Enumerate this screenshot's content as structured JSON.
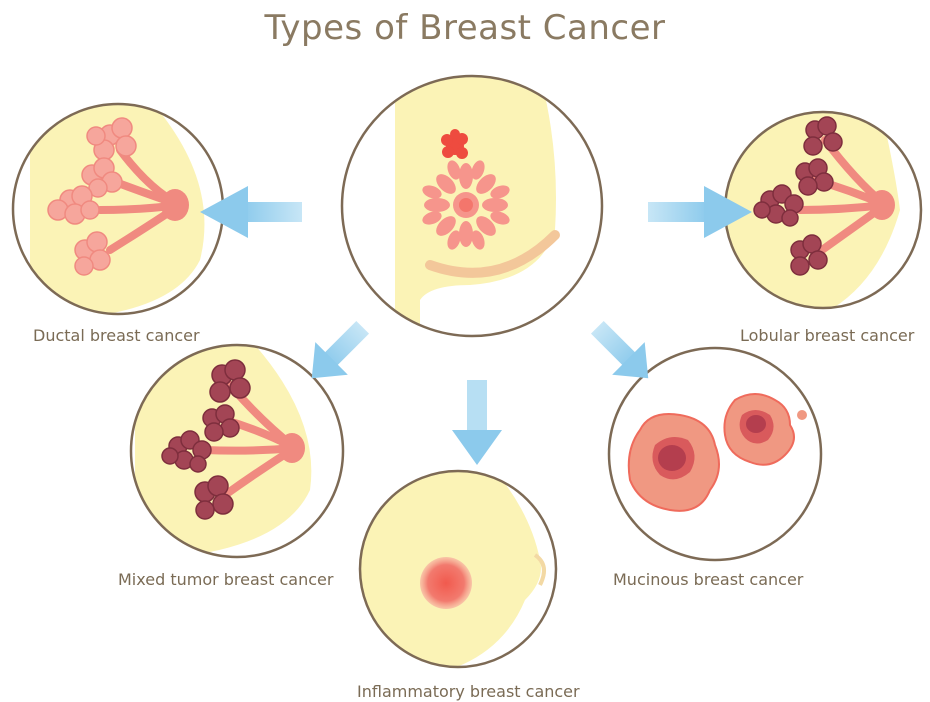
{
  "title": "Types of Breast Cancer",
  "labels": {
    "ductal": "Ductal breast cancer",
    "lobular": "Lobular breast cancer",
    "mixed": "Mixed tumor breast cancer",
    "inflammatory": "Inflammatory breast cancer",
    "mucinous": "Mucinous breast cancer"
  },
  "colors": {
    "skin": "#fbf3b6",
    "outline": "#7d6a55",
    "arrow": "#9cd2ee",
    "pink_lobule": "#f4a39b",
    "dark_lobule": "#a34555",
    "tumor": "#e8514a",
    "mucinous_outer": "#f09882",
    "mucinous_inner": "#b43e4e"
  }
}
